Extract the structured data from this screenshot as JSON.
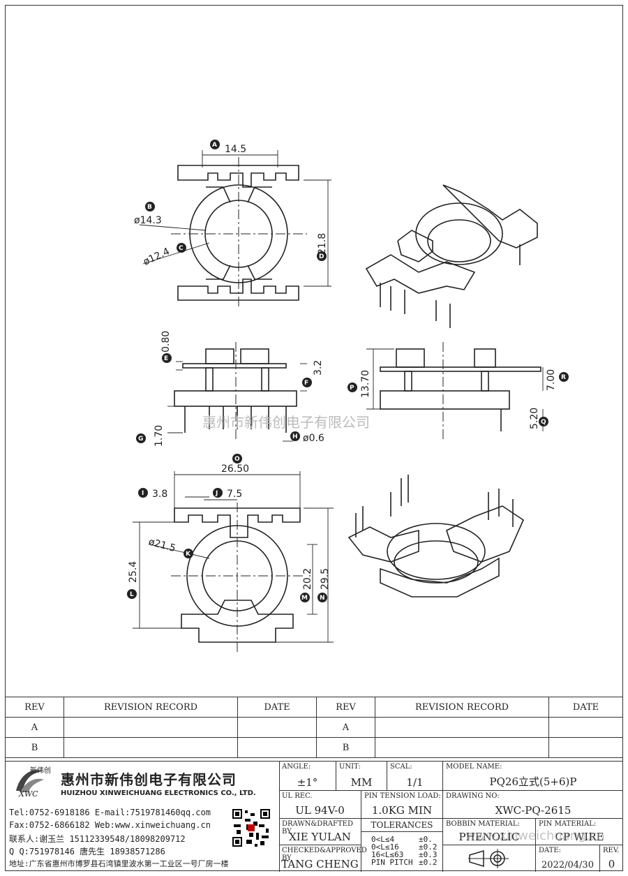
{
  "dimensions": {
    "A": "14.5",
    "B": "ø14.3",
    "C": "ø12.4",
    "D": "21.8",
    "E": "0.80",
    "F": "3.2",
    "G": "1.70",
    "H": "ø0.6",
    "P": "13.70",
    "R": "7.00",
    "Q": "5.20",
    "O": "26.50",
    "I": "3.8",
    "J": "7.5",
    "K": "ø21.5",
    "L": "25.4",
    "M": "20.2",
    "N": "29.5"
  },
  "labels": [
    "A",
    "B",
    "C",
    "D",
    "E",
    "F",
    "G",
    "H",
    "P",
    "R",
    "Q",
    "O",
    "I",
    "J",
    "K",
    "L",
    "M",
    "N"
  ],
  "watermark_center": "惠州市新伟创电子有限公司",
  "watermark_footer": "www.xinweichuang.cn",
  "revision_table": {
    "headers": [
      "REV",
      "REVISION RECORD",
      "DATE",
      "REV",
      "REVISION RECORD",
      "DATE"
    ],
    "rows": [
      [
        "A",
        "",
        "",
        "A",
        "",
        ""
      ],
      [
        "B",
        "",
        "",
        "B",
        "",
        ""
      ]
    ]
  },
  "company": {
    "logo_cn": "新伟创",
    "logo_en": "XWC",
    "name_cn": "惠州市新伟创电子有限公司",
    "name_en": "HUIZHOU XINWEICHUANG ELECTRONICS CO., LTD.",
    "tel_email": "Tel:0752-6918186 E-mail:7519781460qq.com",
    "fax_web": "Fax:0752-6866182 Web:www.xinweichuang.cn",
    "contact": "联系人:谢玉兰 15112339548/18098209712",
    "qq": "Q Q:751978146    唐先生 18938571286",
    "address": "地址:广东省惠州市博罗县石湾镇里波水第一工业区一号厂房一楼"
  },
  "title_block": {
    "angle_label": "ANGLE:",
    "angle": "±1°",
    "unit_label": "UNIT:",
    "unit": "MM",
    "scal_label": "SCAL:",
    "scal": "1/1",
    "model_label": "MODEL NAME:",
    "model": "PQ26立式(5+6)P",
    "ul_label": "UL REC.",
    "ul": "UL 94V-0",
    "pin_tension_label": "PIN TENSION LOAD:",
    "pin_tension": "1.0KG MIN",
    "drawing_label": "DRAWING NO:",
    "drawing": "XWC-PQ-2615",
    "drawn_label": "DRAWN&DRAFTED BY",
    "drawn": "XIE YULAN",
    "tolerances_label": "TOLERANCES",
    "tol_rows": [
      [
        "0<L≤4",
        "±0."
      ],
      [
        "0<L≤16",
        "±0.2"
      ],
      [
        "16<L≤63",
        "±0.3"
      ],
      [
        "PIN PITCH",
        "±0.2"
      ]
    ],
    "bobbin_label": "BOBBIN MATERIAL:",
    "bobbin": "PHENOLIC",
    "pin_label": "PIN MATERIAL:",
    "pin": "CP WIRE",
    "checked_label": "CHECKED&APPROVED BY",
    "checked": "TANG CHENG",
    "date_label": "DATE:",
    "date": "2022/04/30",
    "rev_label": "REV.",
    "rev": "0"
  }
}
